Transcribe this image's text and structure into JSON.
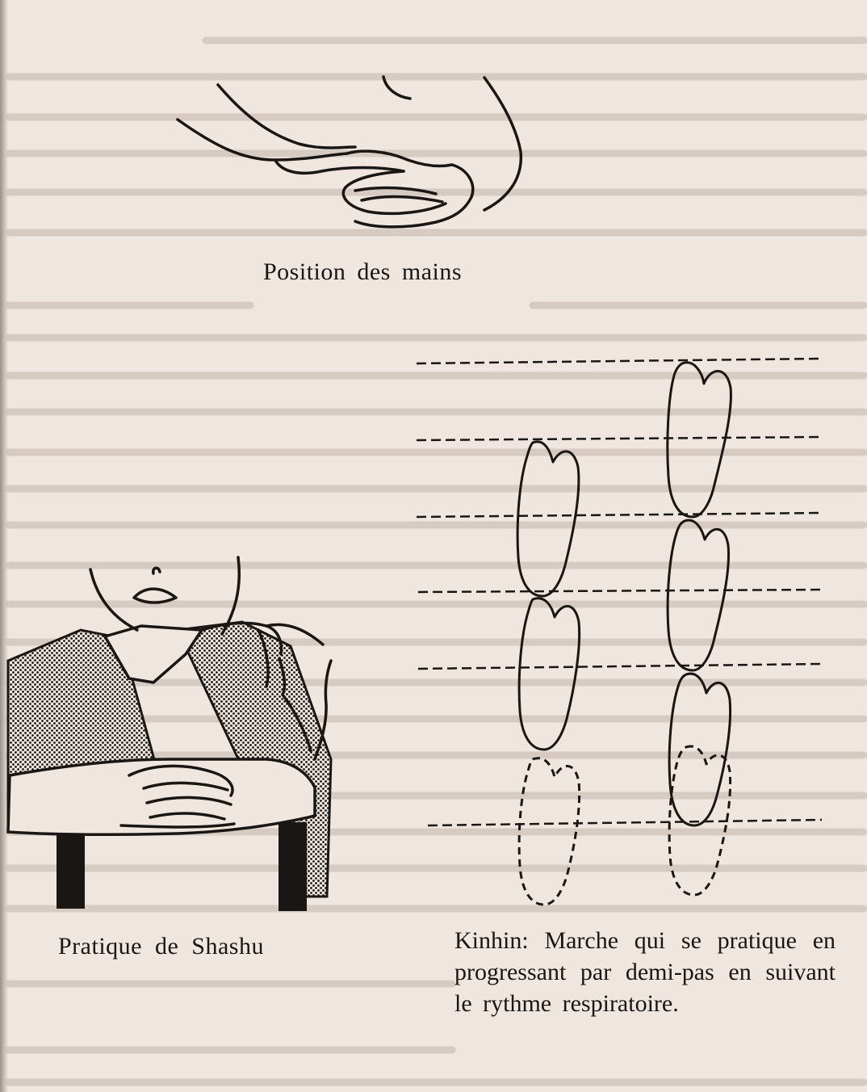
{
  "figure_top": {
    "caption": "Position des mains"
  },
  "figure_left": {
    "caption": "Pratique de Shashu"
  },
  "figure_right": {
    "term": "Kinhin:",
    "description": "Marche qui se pratique en progressant par demi-pas en suivant le rythme respiratoire."
  },
  "colors": {
    "paper": "#efe6df",
    "ink": "#1a1614",
    "bleed_text": "#c4bab2"
  }
}
